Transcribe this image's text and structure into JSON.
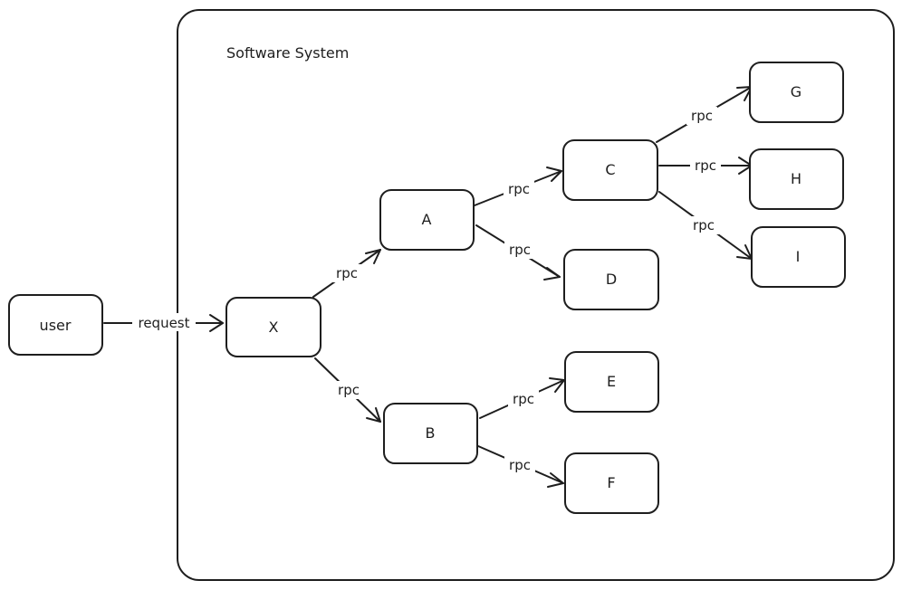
{
  "system": {
    "title": "Software System"
  },
  "nodes": {
    "user": "user",
    "x": "X",
    "a": "A",
    "b": "B",
    "c": "C",
    "d": "D",
    "e": "E",
    "f": "F",
    "g": "G",
    "h": "H",
    "i": "I"
  },
  "edges": {
    "user_x": "request",
    "x_a": "rpc",
    "x_b": "rpc",
    "a_c": "rpc",
    "a_d": "rpc",
    "b_e": "rpc",
    "b_f": "rpc",
    "c_g": "rpc",
    "c_h": "rpc",
    "c_i": "rpc"
  }
}
